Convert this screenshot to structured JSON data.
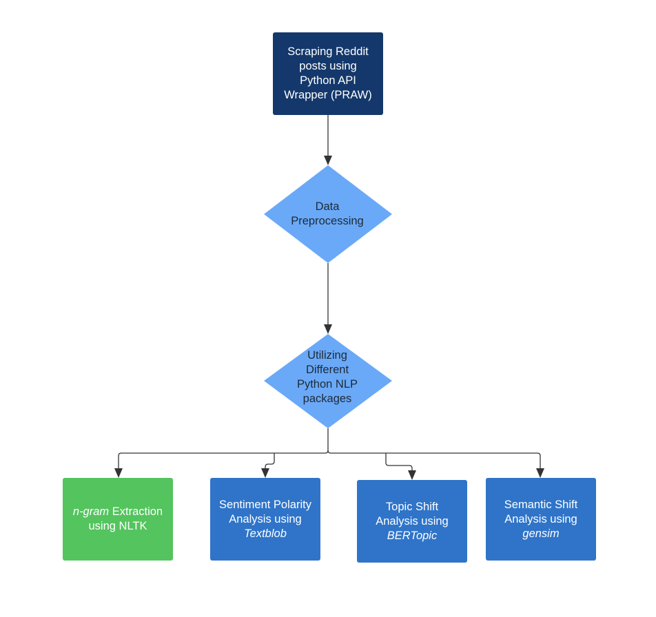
{
  "nodes": {
    "start": {
      "lines": [
        "Scraping Reddit",
        "posts using",
        "Python API",
        "Wrapper (PRAW)"
      ]
    },
    "preprocessing": {
      "lines": [
        "Data",
        "Preprocessing"
      ]
    },
    "packages": {
      "lines": [
        "Utilizing",
        "Different",
        "Python NLP",
        "packages"
      ]
    },
    "ngram": {
      "italic_part": "n-gram",
      "line1_rest": " Extraction",
      "line2": "using NLTK"
    },
    "sentiment": {
      "line1": "Sentiment Polarity",
      "line2": "Analysis using",
      "line3_italic": "Textblob"
    },
    "topic": {
      "line1": "Topic Shift",
      "line2": "Analysis using",
      "line3_italic": "BERTopic"
    },
    "semantic": {
      "line1": "Semantic Shift",
      "line2": "Analysis using",
      "line3_italic": "gensim"
    }
  },
  "colors": {
    "start_fill": "#14386b",
    "diamond_fill": "#6aa9f7",
    "ngram_fill": "#54c45e",
    "analysis_fill": "#2f74c8",
    "connector": "#333333"
  },
  "icons": {
    "arrowhead": "arrowhead-icon"
  }
}
